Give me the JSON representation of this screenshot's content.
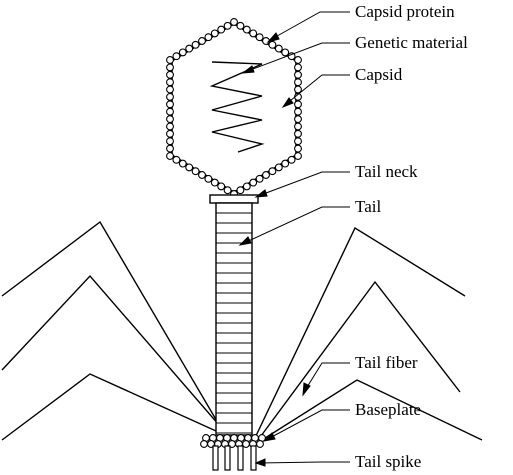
{
  "labels": {
    "capsid_protein": "Capsid protein",
    "genetic_material": "Genetic material",
    "capsid": "Capsid",
    "tail_neck": "Tail neck",
    "tail": "Tail",
    "tail_fiber": "Tail fiber",
    "baseplate": "Baseplate",
    "tail_spike": "Tail spike"
  },
  "colors": {
    "stroke": "#000000",
    "background": "#ffffff"
  }
}
